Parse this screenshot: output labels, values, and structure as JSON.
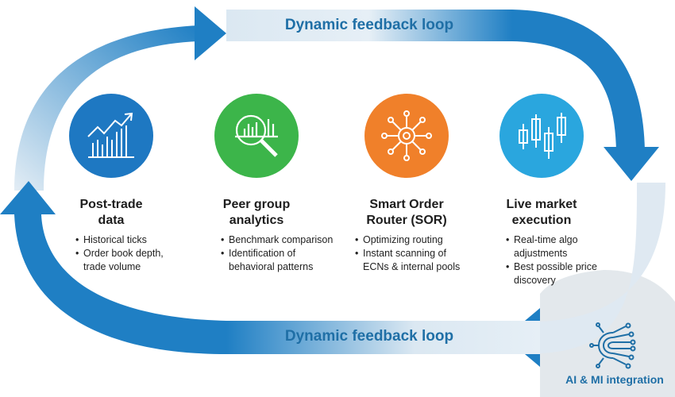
{
  "banners": {
    "top": "Dynamic feedback loop",
    "bottom": "Dynamic feedback loop"
  },
  "colors": {
    "loop": "#1f7fc4",
    "loop_light": "#dce9f3",
    "blue": "#1e78c2",
    "green": "#3cb54a",
    "orange": "#f0802a",
    "teal": "#2aa6de"
  },
  "stages": [
    {
      "title_1": "Post-trade",
      "title_2": "data",
      "icon": "growth-chart-icon",
      "bullets": [
        "Historical ticks",
        "Order book depth,",
        "trade volume"
      ]
    },
    {
      "title_1": "Peer group",
      "title_2": "analytics",
      "icon": "magnifier-chart-icon",
      "bullets": [
        "Benchmark comparison",
        "Identification of",
        "behavioral patterns"
      ]
    },
    {
      "title_1": "Smart Order",
      "title_2": "Router (SOR)",
      "icon": "network-hub-icon",
      "bullets": [
        "Optimizing routing",
        "Instant scanning of",
        "ECNs & internal pools"
      ]
    },
    {
      "title_1": "Live market",
      "title_2": "execution",
      "icon": "candlestick-icon",
      "bullets": [
        "Real-time algo",
        "adjustments",
        "Best possible price",
        "discovery"
      ]
    }
  ],
  "ai": {
    "label": "AI & MI integration",
    "icon": "ai-circuit-icon"
  }
}
